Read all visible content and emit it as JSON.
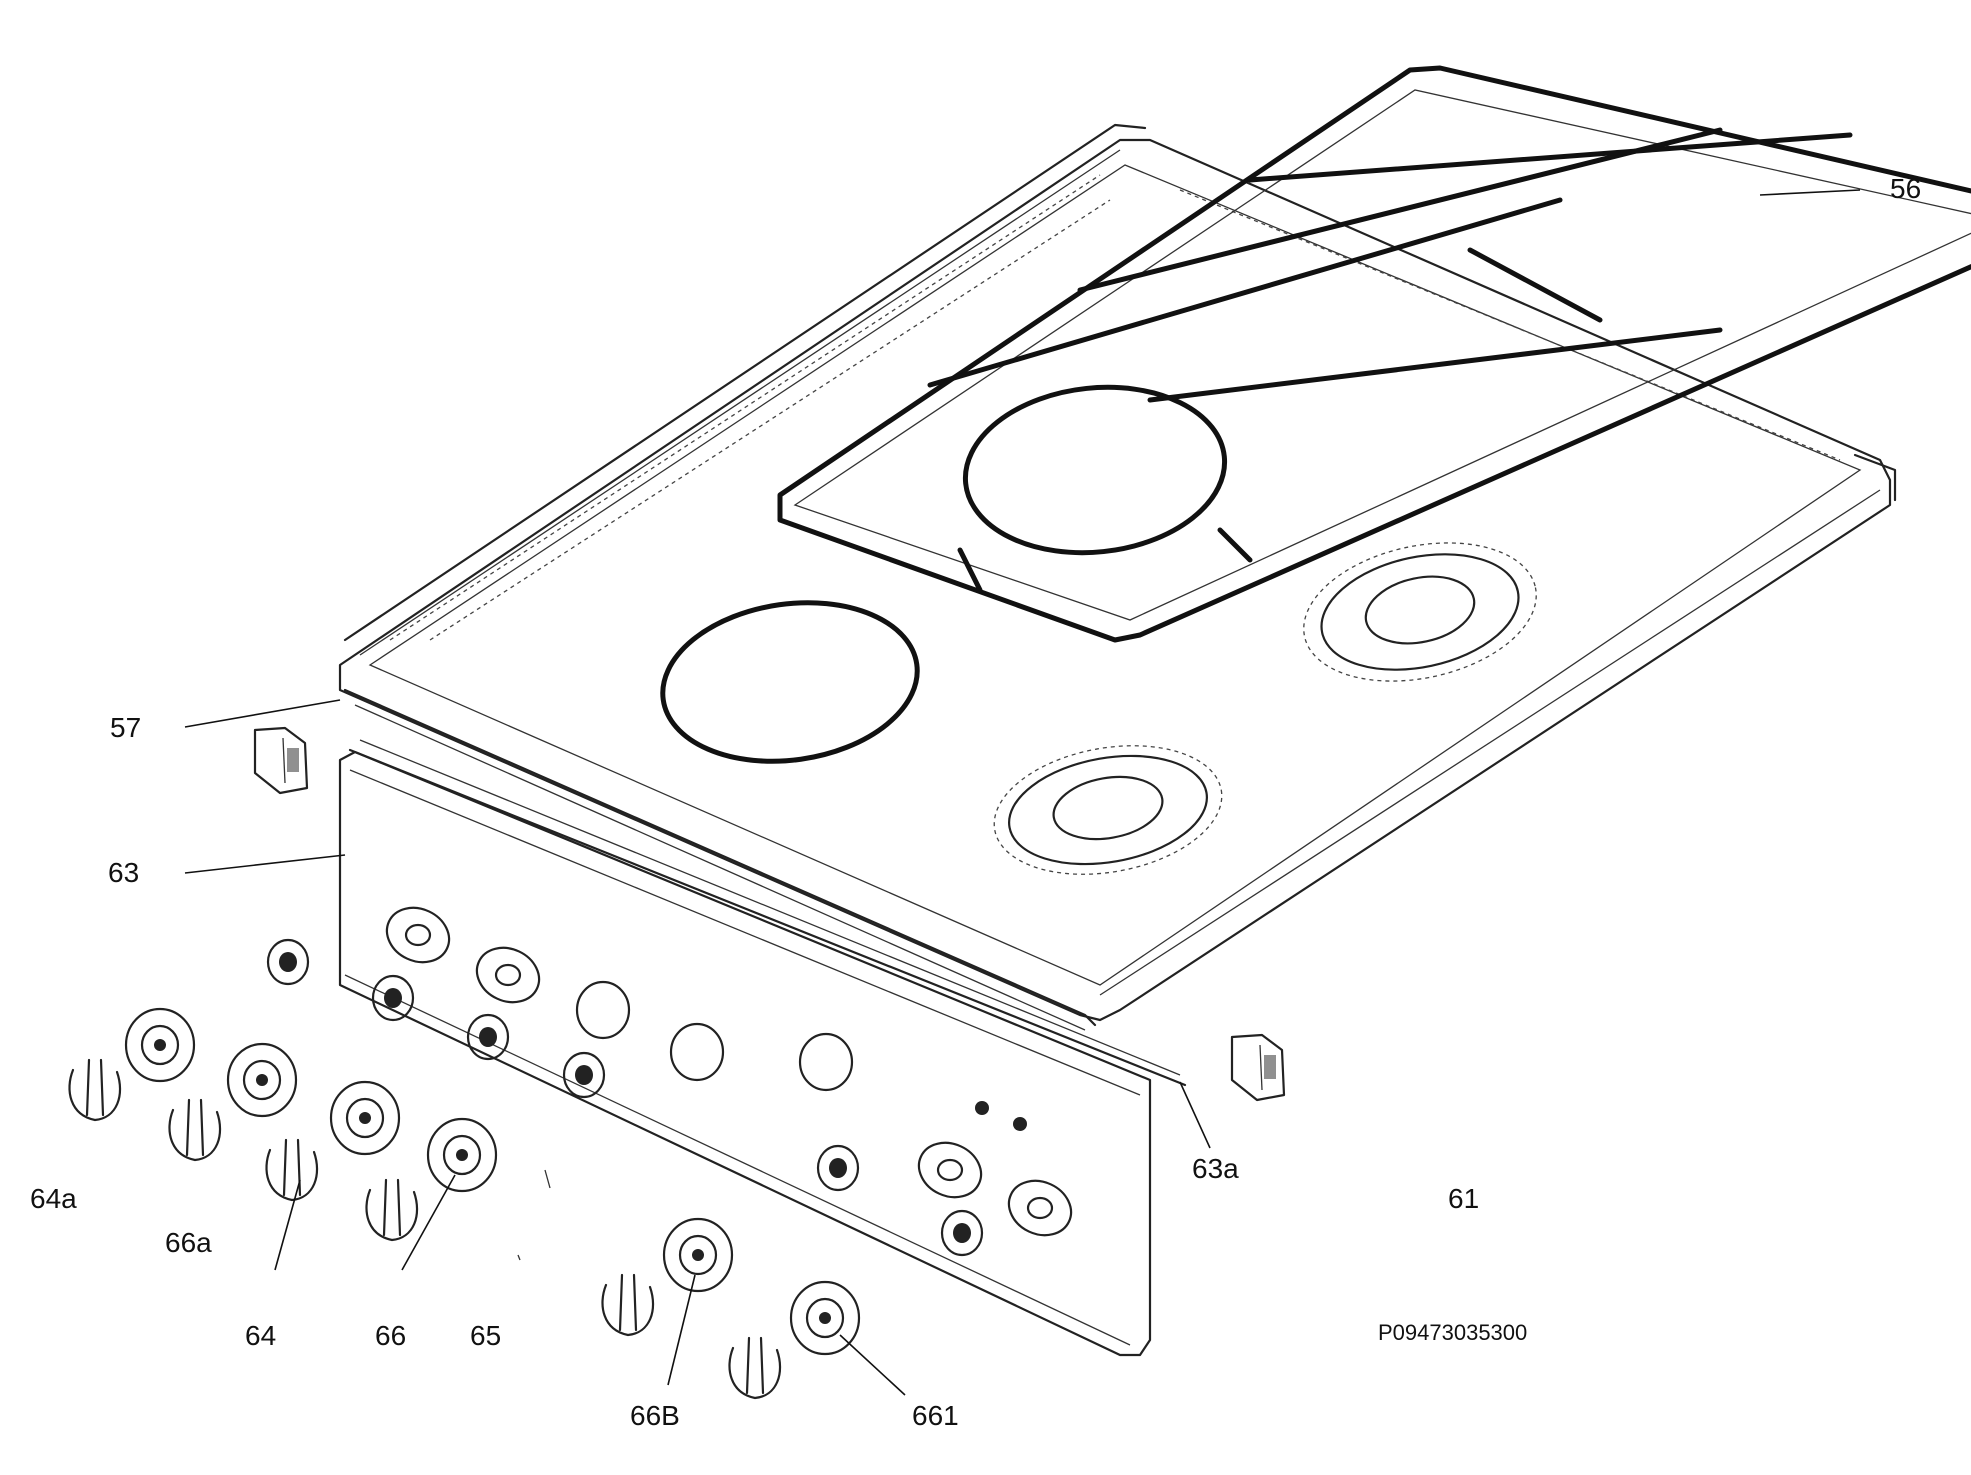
{
  "diagram": {
    "callouts": {
      "c56": "56",
      "c57": "57",
      "c63": "63",
      "c63a": "63a",
      "c61": "61",
      "c64a": "64a",
      "c66a": "66a",
      "c64": "64",
      "c66": "66",
      "c65": "65",
      "c66B": "66B",
      "c661": "661"
    },
    "drawing_code": "P09473035300"
  }
}
